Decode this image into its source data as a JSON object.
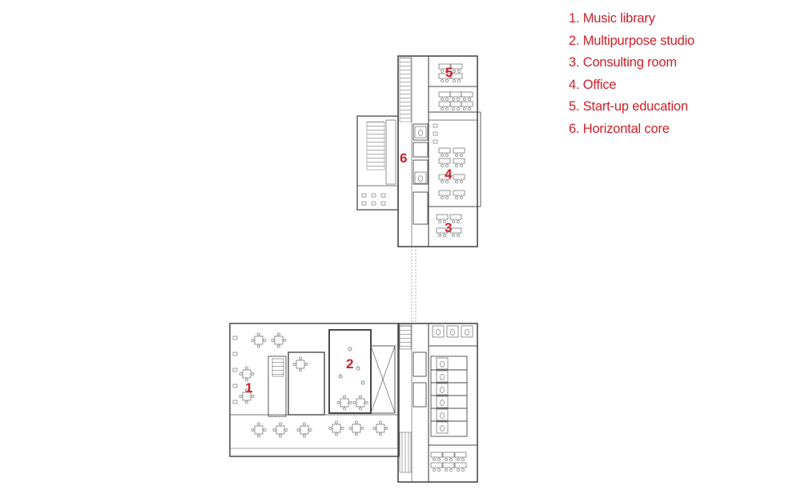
{
  "colors": {
    "label": "#d0202a",
    "line": "#4a4a4a",
    "paper": "#ffffff"
  },
  "legend": [
    {
      "num": "1",
      "text": "1. Music library"
    },
    {
      "num": "2",
      "text": "2. Multipurpose studio"
    },
    {
      "num": "3",
      "text": "3. Consulting room"
    },
    {
      "num": "4",
      "text": "4. Office"
    },
    {
      "num": "5",
      "text": "5. Start-up education"
    },
    {
      "num": "6",
      "text": "6. Horizontal core"
    }
  ],
  "plan_labels": {
    "music_library": "1",
    "multipurpose_studio": "2",
    "consulting_room": "3",
    "office": "4",
    "startup_education": "5",
    "horizontal_core": "6"
  }
}
